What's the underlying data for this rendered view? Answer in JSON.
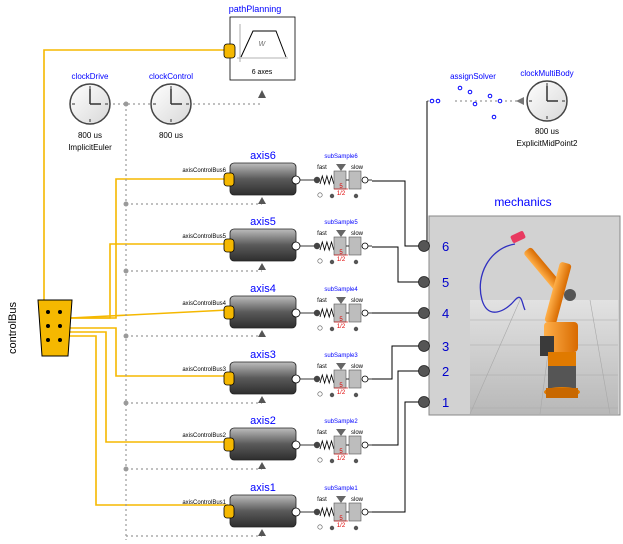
{
  "pathPlanning": {
    "name": "pathPlanning",
    "sublabel": "6 axes",
    "icon_letter": "w"
  },
  "clocks": {
    "drive": {
      "name": "clockDrive",
      "period": "800 us",
      "solver": "ImplicitEuler"
    },
    "control": {
      "name": "clockControl",
      "period": "800 us"
    },
    "multibody": {
      "name": "clockMultiBody",
      "period": "800 us",
      "solver": "ExplicitMidPoint2"
    }
  },
  "assignSolver": {
    "name": "assignSolver"
  },
  "controlBus": {
    "label": "controlBus"
  },
  "axes": [
    {
      "name": "axis6",
      "bus": "axisControlBus6",
      "sub": "subSample6"
    },
    {
      "name": "axis5",
      "bus": "axisControlBus5",
      "sub": "subSample5"
    },
    {
      "name": "axis4",
      "bus": "axisControlBus4",
      "sub": "subSample4"
    },
    {
      "name": "axis3",
      "bus": "axisControlBus3",
      "sub": "subSample3"
    },
    {
      "name": "axis2",
      "bus": "axisControlBus2",
      "sub": "subSample2"
    },
    {
      "name": "axis1",
      "bus": "axisControlBus1",
      "sub": "subSample1"
    }
  ],
  "subsample": {
    "fast": "fast",
    "slow": "slow",
    "factor": "5",
    "ratio": "1/2"
  },
  "mechanics": {
    "name": "mechanics",
    "ports": [
      "6",
      "5",
      "4",
      "3",
      "2",
      "1"
    ]
  },
  "colors": {
    "bus": "#f5b800",
    "label": "#0000ff",
    "block": "#707070",
    "mechanics_bg": "#cfcfcf",
    "robot": "#f08a00"
  }
}
